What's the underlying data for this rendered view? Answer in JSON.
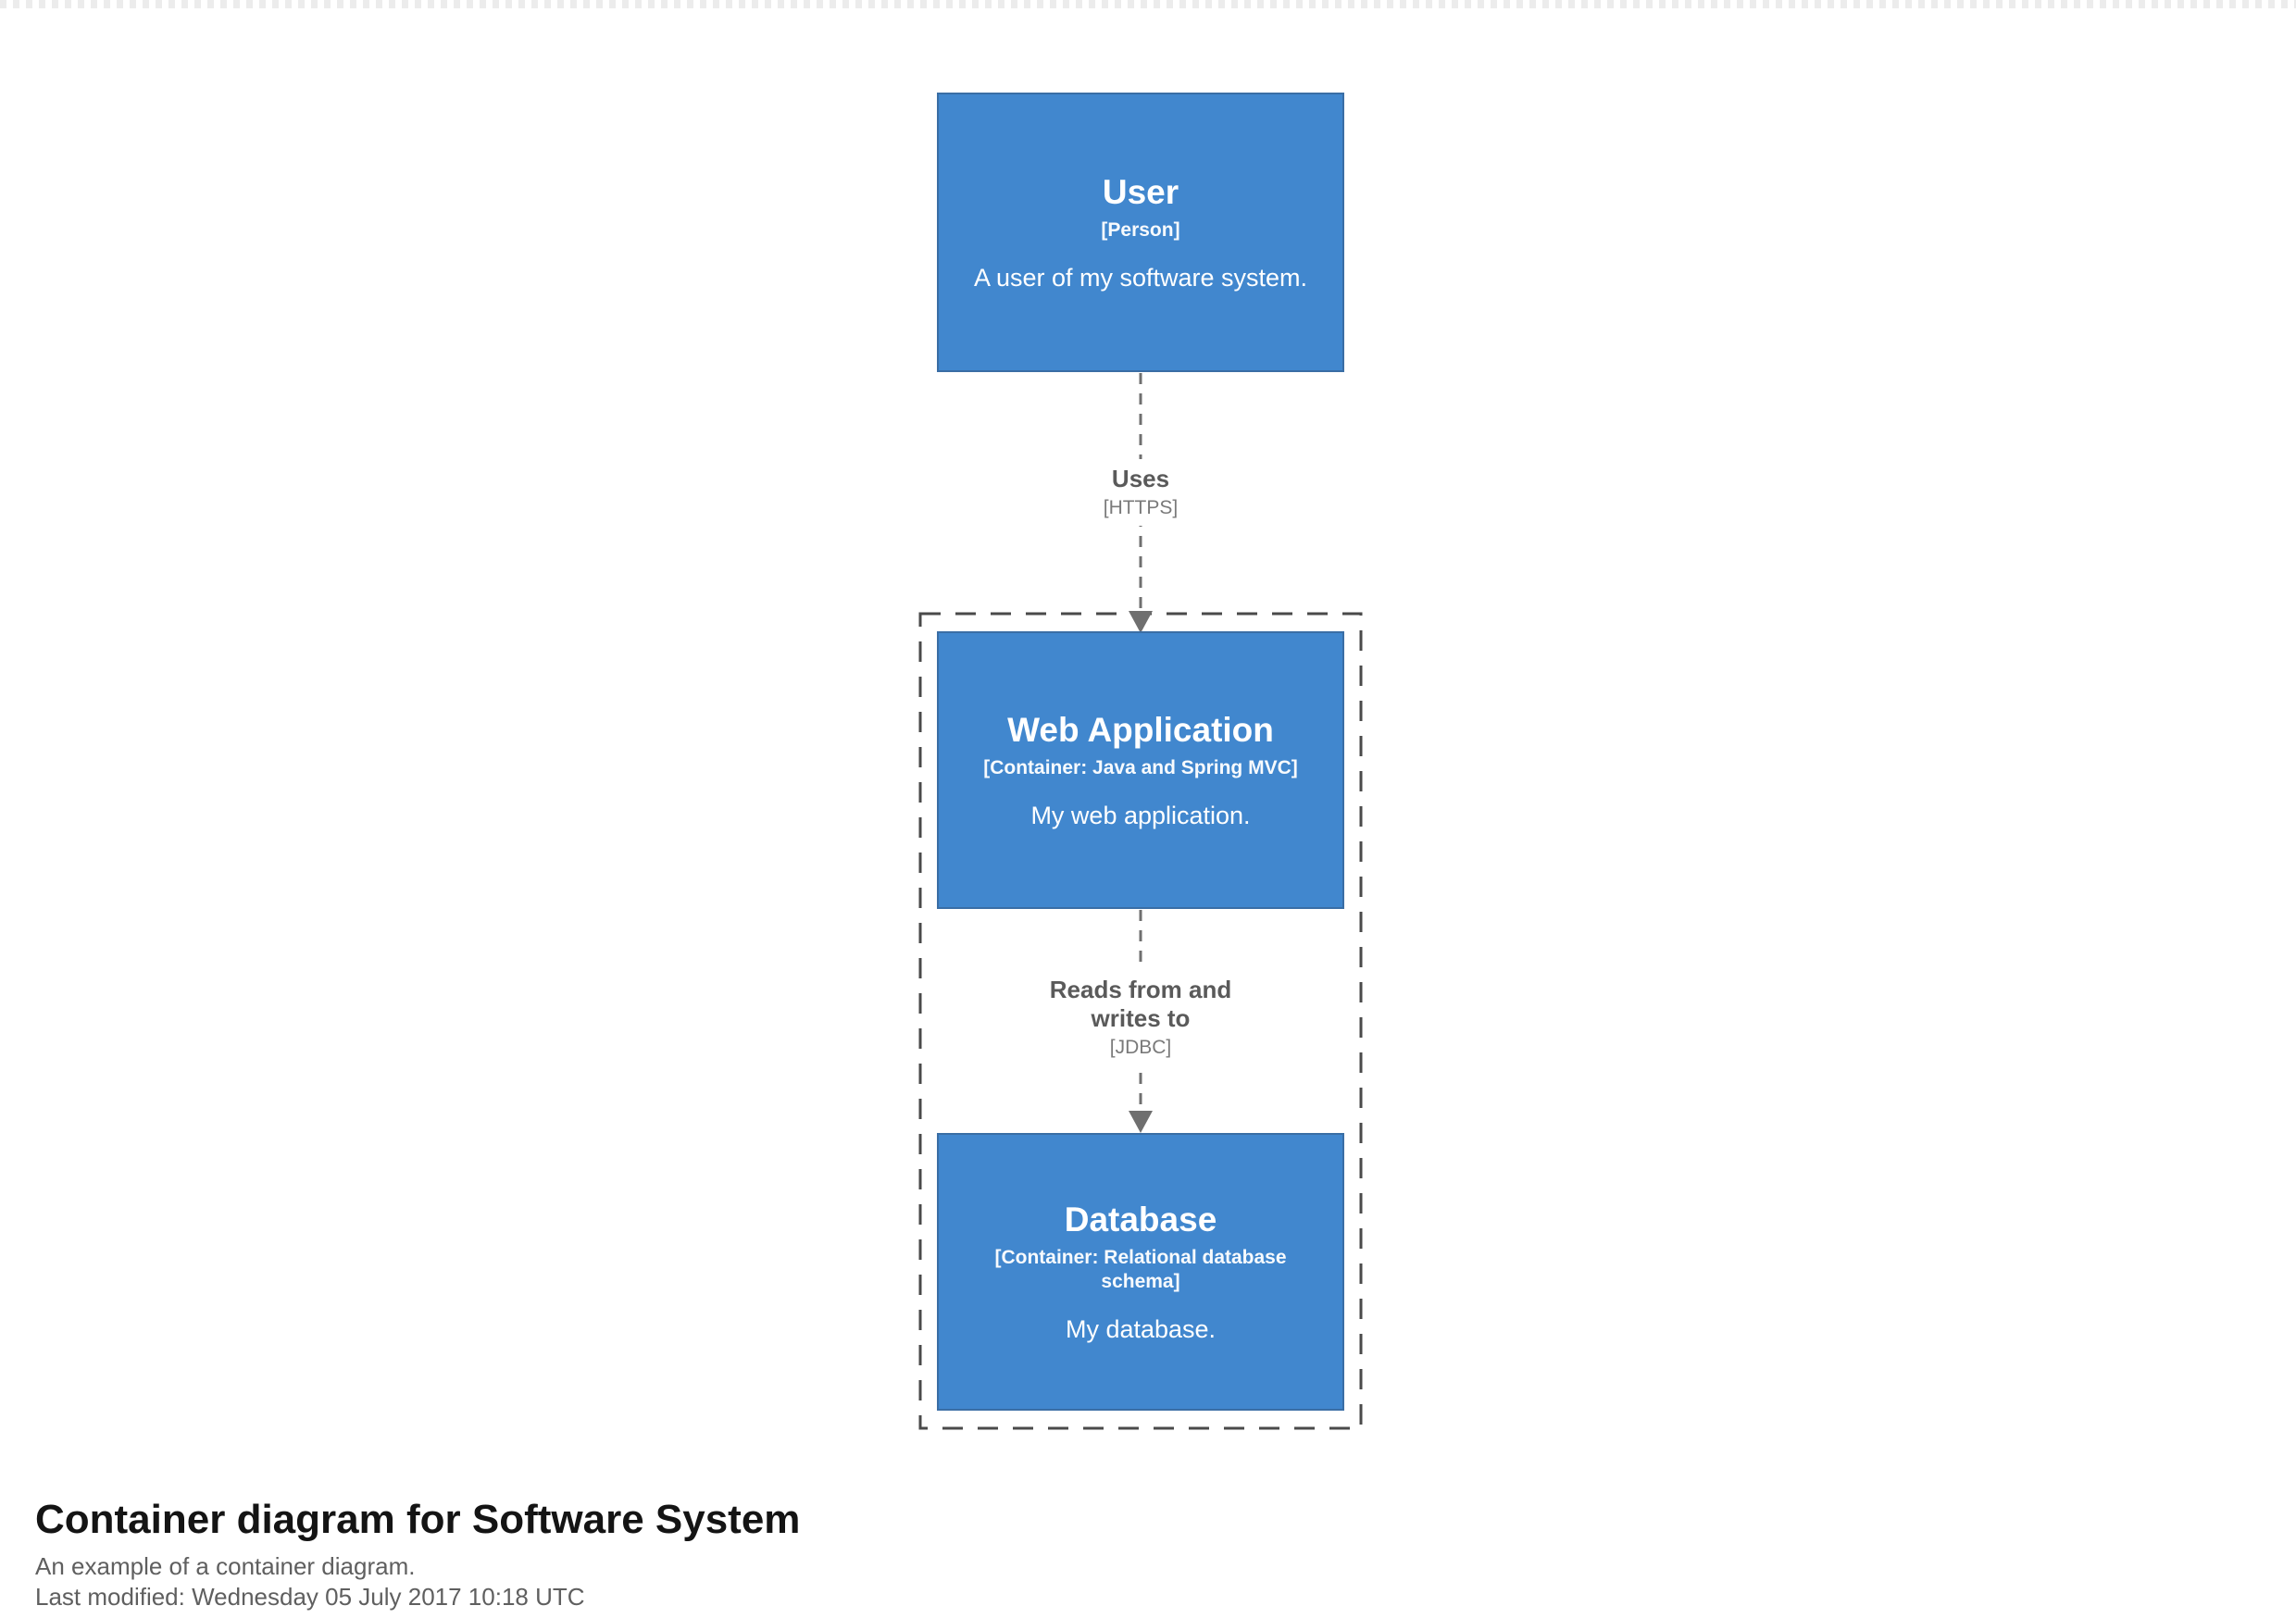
{
  "diagram": {
    "caption": {
      "title": "Container diagram for Software System",
      "subtitle": "An example of a container diagram.",
      "last_modified": "Last modified: Wednesday 05 July 2017 10:18 UTC"
    },
    "elements": [
      {
        "name": "User",
        "metadata": "[Person]",
        "description": "A user of my software system."
      },
      {
        "name": "Web Application",
        "metadata": "[Container: Java and Spring MVC]",
        "description": "My web application."
      },
      {
        "name": "Database",
        "metadata": "[Container: Relational database schema]",
        "description": "My database."
      }
    ],
    "relationships": [
      {
        "label": "Uses",
        "technology": "[HTTPS]"
      },
      {
        "label": "Reads from and writes to",
        "technology": "[JDBC]"
      }
    ],
    "colors": {
      "element_fill": "#4187ce",
      "element_border": "#3a6ea5",
      "element_text": "#ffffff",
      "relationship_line": "#6f6f6f",
      "relationship_label": "#5a5a5a",
      "relationship_tech": "#7a7a7a",
      "boundary_border": "#4a4a4a",
      "caption_title": "#141414",
      "caption_subtitle": "#5f5f5f",
      "background": "#ffffff"
    }
  }
}
